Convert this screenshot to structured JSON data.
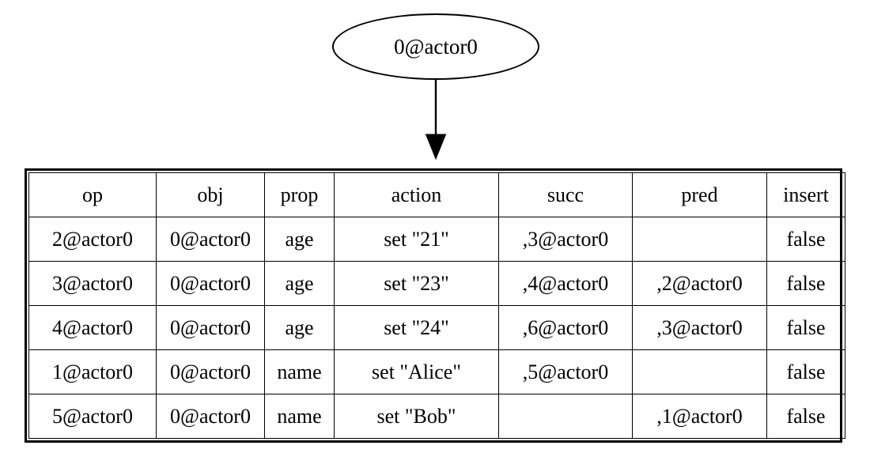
{
  "graph": {
    "node": {
      "id": "node-actor0",
      "label": "0@actor0"
    },
    "edge": {
      "from": "0@actor0",
      "to": "op-table",
      "arrowhead": "normal",
      "color": "#000000"
    }
  },
  "table": {
    "columns": [
      "op",
      "obj",
      "prop",
      "action",
      "succ",
      "pred",
      "insert"
    ],
    "rows": [
      {
        "op": "2@actor0",
        "obj": "0@actor0",
        "prop": "age",
        "action": "set \"21\"",
        "succ": ",3@actor0",
        "pred": "",
        "insert": "false"
      },
      {
        "op": "3@actor0",
        "obj": "0@actor0",
        "prop": "age",
        "action": "set \"23\"",
        "succ": ",4@actor0",
        "pred": ",2@actor0",
        "insert": "false"
      },
      {
        "op": "4@actor0",
        "obj": "0@actor0",
        "prop": "age",
        "action": "set \"24\"",
        "succ": ",6@actor0",
        "pred": ",3@actor0",
        "insert": "false"
      },
      {
        "op": "1@actor0",
        "obj": "0@actor0",
        "prop": "name",
        "action": "set \"Alice\"",
        "succ": ",5@actor0",
        "pred": "",
        "insert": "false"
      },
      {
        "op": "5@actor0",
        "obj": "0@actor0",
        "prop": "name",
        "action": "set \"Bob\"",
        "succ": "",
        "pred": ",1@actor0",
        "insert": "false"
      }
    ]
  },
  "style": {
    "background": "#ffffff",
    "stroke": "#000000",
    "text": "#000000"
  }
}
